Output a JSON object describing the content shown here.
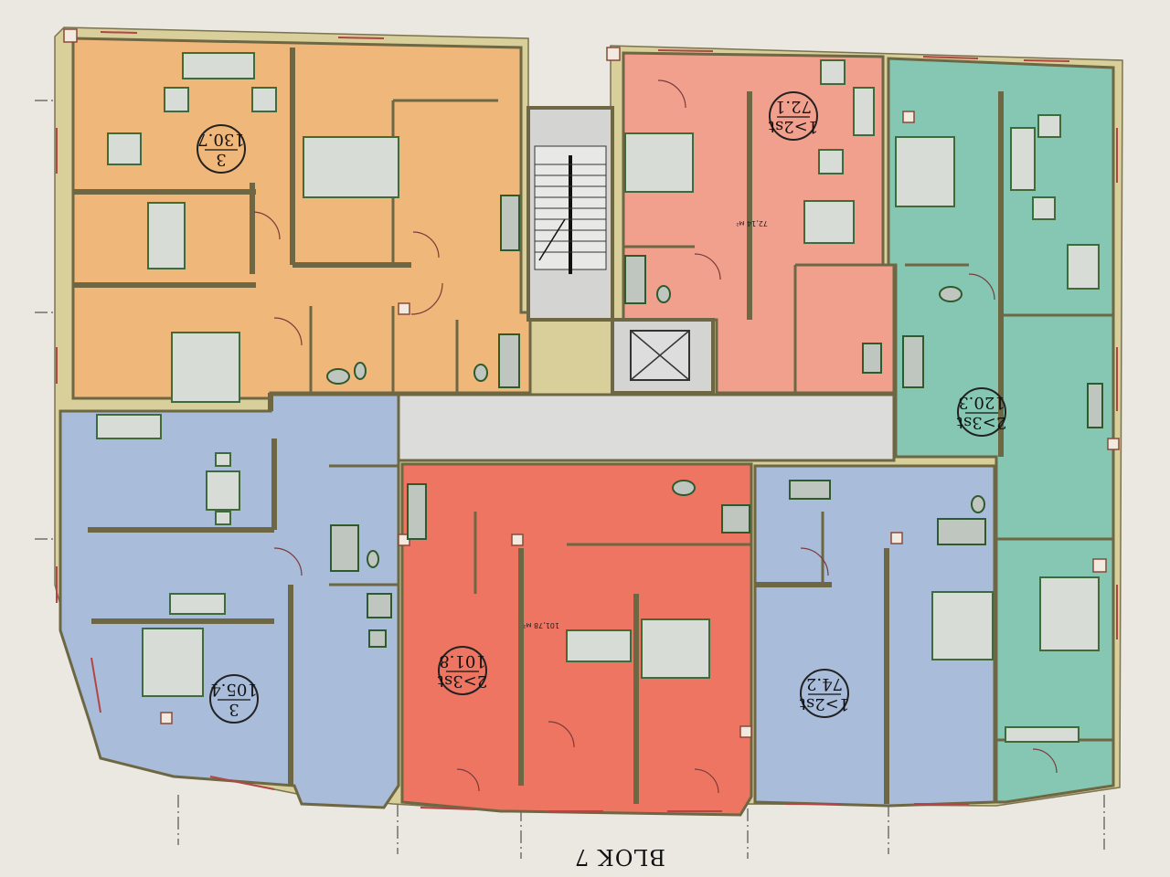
{
  "block_title": "BLOK 7",
  "colors": {
    "orange": "#f0b77a",
    "pink": "#f2a08e",
    "teal": "#86c7b4",
    "blue": "#a9bcd9",
    "red": "#ee7561",
    "corridor": "#dcdcda",
    "wall": "#d8cf9a"
  },
  "units": [
    {
      "color": "orange",
      "rooms": "3",
      "area": "130.7"
    },
    {
      "color": "pink",
      "rooms": "1>2st",
      "area": "72.1",
      "note": "72,14 м²"
    },
    {
      "color": "teal",
      "rooms": "2>3st",
      "area": "120.3"
    },
    {
      "color": "blue",
      "rooms": "3",
      "area": "105.4"
    },
    {
      "color": "red",
      "rooms": "2>3st",
      "area": "101.8",
      "note": "101,78 м²"
    },
    {
      "color": "blue",
      "rooms": "1>2st",
      "area": "74.2"
    }
  ]
}
